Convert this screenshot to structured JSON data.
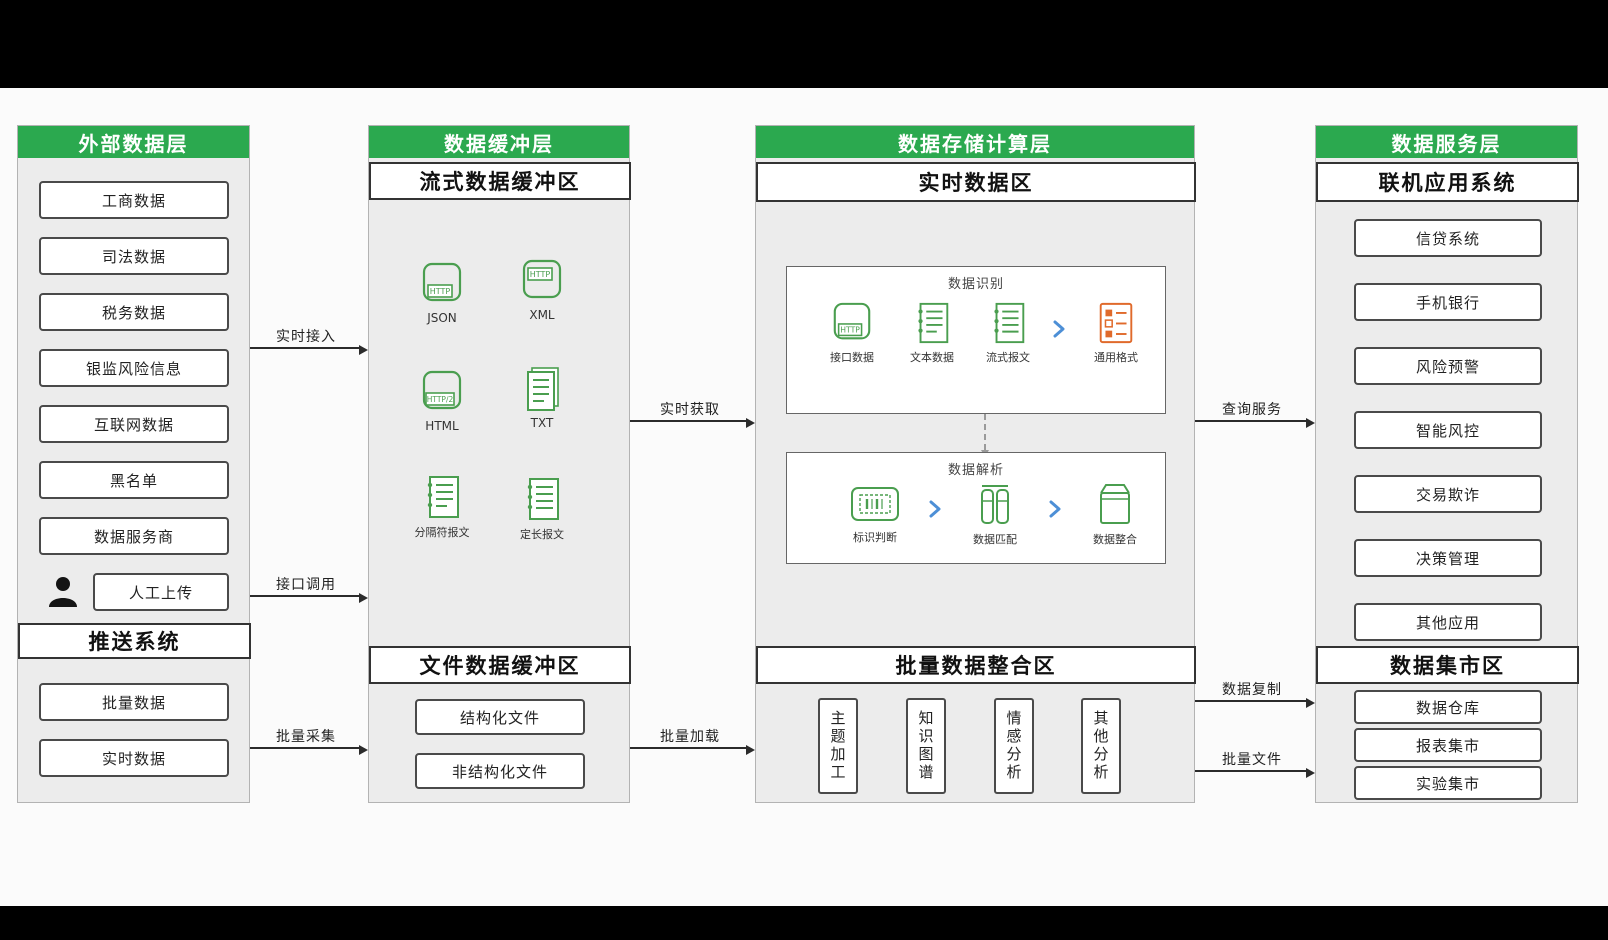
{
  "colors": {
    "header_green": "#2BA94F",
    "icon_green": "#4A9E4F",
    "icon_orange": "#E06A2B",
    "chevron_blue": "#4D8FD6"
  },
  "icons": {
    "person": "person-icon",
    "http_file": "http-file-icon",
    "document": "document-icon",
    "checklist": "checklist-icon",
    "id_card": "id-card-icon",
    "columns_match": "columns-match-icon",
    "container": "container-icon",
    "chevron": "chevron-right-icon"
  },
  "external_layer": {
    "title": "外部数据层",
    "sources": [
      "工商数据",
      "司法数据",
      "税务数据",
      "银监风险信息",
      "互联网数据",
      "黑名单",
      "数据服务商"
    ],
    "manual_upload": "人工上传",
    "push_system_title": "推送系统",
    "push_items": [
      "批量数据",
      "实时数据"
    ]
  },
  "buffer_layer": {
    "title": "数据缓冲层",
    "stream_title": "流式数据缓冲区",
    "stream_icons": [
      {
        "label": "JSON",
        "badge": "HTTP"
      },
      {
        "label": "XML",
        "badge": "HTTP"
      },
      {
        "label": "HTML",
        "badge": "HTTP/2"
      },
      {
        "label": "TXT"
      },
      {
        "label": "分隔符报文"
      },
      {
        "label": "定长报文"
      }
    ],
    "file_title": "文件数据缓冲区",
    "file_items": [
      "结构化文件",
      "非结构化文件"
    ]
  },
  "storage_layer": {
    "title": "数据存储计算层",
    "realtime_title": "实时数据区",
    "recognition": {
      "title": "数据识别",
      "inputs": [
        {
          "label": "接口数据",
          "badge": "HTTP"
        },
        {
          "label": "文本数据"
        },
        {
          "label": "流式报文"
        }
      ],
      "output": "通用格式"
    },
    "parsing": {
      "title": "数据解析",
      "steps": [
        "标识判断",
        "数据匹配",
        "数据整合"
      ]
    },
    "batch_title": "批量数据整合区",
    "batch_items": [
      "主题加工",
      "知识图谱",
      "情感分析",
      "其他分析"
    ]
  },
  "service_layer": {
    "title": "数据服务层",
    "online_title": "联机应用系统",
    "online_items": [
      "信贷系统",
      "手机银行",
      "风险预警",
      "智能风控",
      "交易欺诈",
      "决策管理",
      "其他应用"
    ],
    "mart_title": "数据集市区",
    "mart_items": [
      "数据仓库",
      "报表集市",
      "实验集市"
    ]
  },
  "flows": {
    "realtime_access": "实时接入",
    "interface_call": "接口调用",
    "batch_collect": "批量采集",
    "realtime_fetch": "实时获取",
    "batch_load": "批量加载",
    "query_service": "查询服务",
    "data_copy": "数据复制",
    "batch_file": "批量文件"
  }
}
